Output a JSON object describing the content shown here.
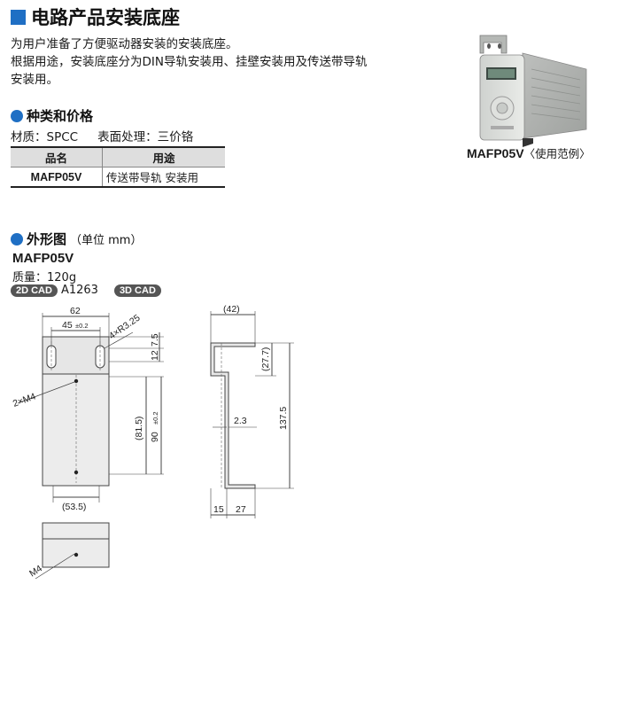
{
  "title": "电路产品安装底座",
  "intro": [
    "为用户准备了方便驱动器安装的安装底座。",
    "根据用途，安装底座分为DIN导轨安装用、挂壁安装用及传送带导轨",
    "安装用。"
  ],
  "types_section": {
    "heading": "种类和价格",
    "material": "材质：SPCC",
    "surface": "表面处理：三价铬"
  },
  "table": {
    "headers": [
      "品名",
      "用途"
    ],
    "rows": [
      {
        "model": "MAFP05V",
        "use": "传送带导轨 安装用"
      }
    ]
  },
  "photo_caption": {
    "model": "MAFP05V",
    "note": "〈使用范例〉"
  },
  "dims_section": {
    "heading": "外形图",
    "unit": "（单位 mm）",
    "model": "MAFP05V",
    "mass": "质量：120g"
  },
  "cad": {
    "badge_2d": "2D CAD",
    "code_2d": "A1263",
    "badge_3d": "3D CAD"
  },
  "dims": {
    "w62": "62",
    "w45": "45",
    "tol45": "±0.2",
    "hole": "4×R3.25",
    "d75": "7.5",
    "d12": "12",
    "m4x2": "2×M4",
    "d815": "(81.5)",
    "d90": "90",
    "tol90": "±0.2",
    "d535": "(53.5)",
    "d42": "(42)",
    "d277": "(27.7)",
    "d23": "2.3",
    "d1375": "137.5",
    "d15": "15",
    "d27": "27",
    "m4": "M4"
  },
  "colors": {
    "accent": "#1f6fc4",
    "table_header": "#dedede",
    "cad_badge": "#555555"
  }
}
